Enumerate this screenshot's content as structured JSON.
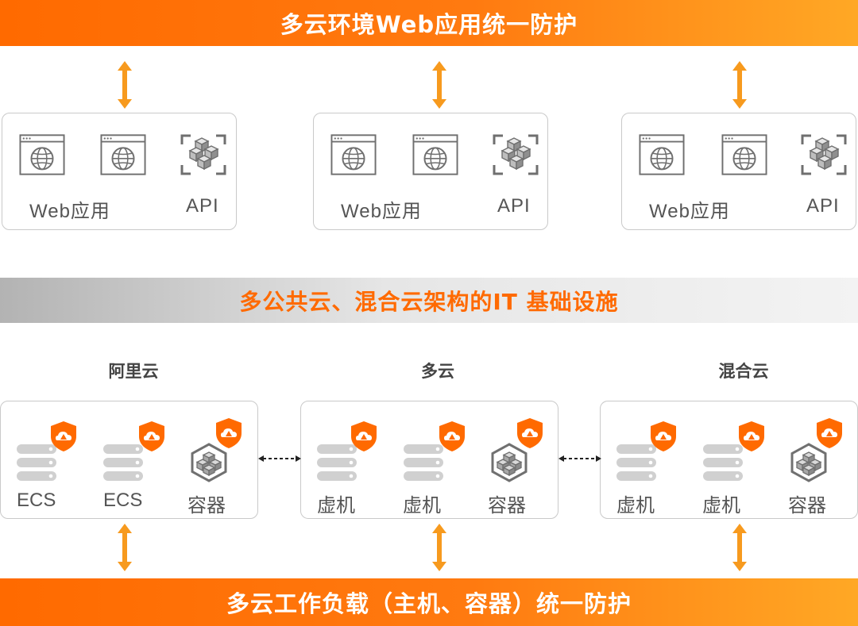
{
  "top_banner": "多云环境Web应用统一防护",
  "middle_banner": "多公共云、混合云架构的IT 基础设施",
  "bottom_banner": "多云工作负载（主机、容器）统一防护",
  "app_groups": [
    {
      "items": [
        {
          "icon": "web-app-icon",
          "label": "Web应用"
        },
        {
          "icon": "web-app-icon",
          "label": ""
        },
        {
          "icon": "api-icon",
          "label": "API"
        }
      ]
    },
    {
      "items": [
        {
          "icon": "web-app-icon",
          "label": "Web应用"
        },
        {
          "icon": "web-app-icon",
          "label": ""
        },
        {
          "icon": "api-icon",
          "label": "API"
        }
      ]
    },
    {
      "items": [
        {
          "icon": "web-app-icon",
          "label": "Web应用"
        },
        {
          "icon": "web-app-icon",
          "label": ""
        },
        {
          "icon": "api-icon",
          "label": "API"
        }
      ]
    }
  ],
  "infra_groups": [
    {
      "title": "阿里云",
      "items": [
        {
          "icon": "server-icon",
          "label": "ECS"
        },
        {
          "icon": "server-icon",
          "label": "ECS"
        },
        {
          "icon": "container-icon",
          "label": "容器"
        }
      ]
    },
    {
      "title": "多云",
      "items": [
        {
          "icon": "server-icon",
          "label": "虚机"
        },
        {
          "icon": "server-icon",
          "label": "虚机"
        },
        {
          "icon": "container-icon",
          "label": "容器"
        }
      ]
    },
    {
      "title": "混合云",
      "items": [
        {
          "icon": "server-icon",
          "label": "虚机"
        },
        {
          "icon": "server-icon",
          "label": "虚机"
        },
        {
          "icon": "container-icon",
          "label": "容器"
        }
      ]
    }
  ],
  "colors": {
    "accent": "#ff6a00",
    "accent_light": "#ffa825",
    "arrow": "#f79a1e",
    "icon_gray": "#9e9e9e",
    "server_gray": "#d0d0d0"
  }
}
